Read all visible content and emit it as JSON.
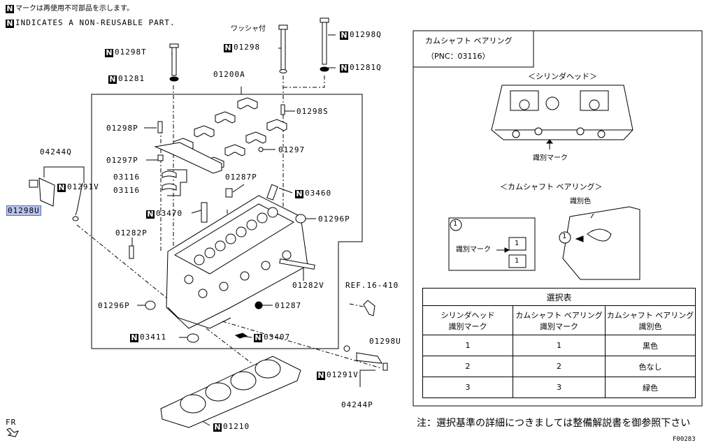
{
  "notes": {
    "note_jp": "マークは再使用不可部品を示します。",
    "note_en": "INDICATES A NON-REUSABLE PART.",
    "n_mark": "N"
  },
  "parts": {
    "p01298T": "01298T",
    "p01281": "01281",
    "washer": "ワッシャ付",
    "p01298": "01298",
    "p01298Q": "01298Q",
    "p01281Q": "01281Q",
    "p01200A": "01200A",
    "p01298S": "01298S",
    "p01298P": "01298P",
    "p01297": "01297",
    "p01297P": "01297P",
    "p04244Q": "04244Q",
    "p01291V_left": "01291V",
    "p03116_a": "03116",
    "p03116_b": "03116",
    "p01298U_left": "01298U",
    "p01287P": "01287P",
    "p03460": "03460",
    "p03470": "03470",
    "p01296P_right": "01296P",
    "p01282P": "01282P",
    "p01282V": "01282V",
    "ref": "REF.16-410",
    "p01296P_left": "01296P",
    "p01287": "01287",
    "p03411": "03411",
    "p03407": "03407",
    "p01298U_bottom": "01298U",
    "p01291V_bottom": "01291V",
    "p04244P": "04244P",
    "p01210": "01210",
    "fr": "FR"
  },
  "panel": {
    "title": "カムシャフト ベアリング",
    "pnc": "（PNC：03116）",
    "head_caption": "＜シリンダヘッド＞",
    "id_mark": "識別マーク",
    "bearing_caption": "＜カムシャフト ベアリング＞",
    "id_color": "識別色",
    "circle_one": "1",
    "inset_id_mark": "識別マーク",
    "inset_digit_a": "1",
    "inset_digit_b": "1"
  },
  "selection_table": {
    "title": "選択表",
    "headers": [
      [
        "シリンダヘッド",
        "識別マーク"
      ],
      [
        "カムシャフト ベアリング",
        "識別マーク"
      ],
      [
        "カムシャフト ベアリング",
        "識別色"
      ]
    ],
    "rows": [
      [
        "1",
        "1",
        "黒色"
      ],
      [
        "2",
        "2",
        "色なし"
      ],
      [
        "3",
        "3",
        "緑色"
      ]
    ]
  },
  "footnote": "注：選択基準の詳細につきましては整備解説書を御参照下さい",
  "figure_code": "F00283",
  "colors": {
    "highlight": "#b9c4ee"
  }
}
